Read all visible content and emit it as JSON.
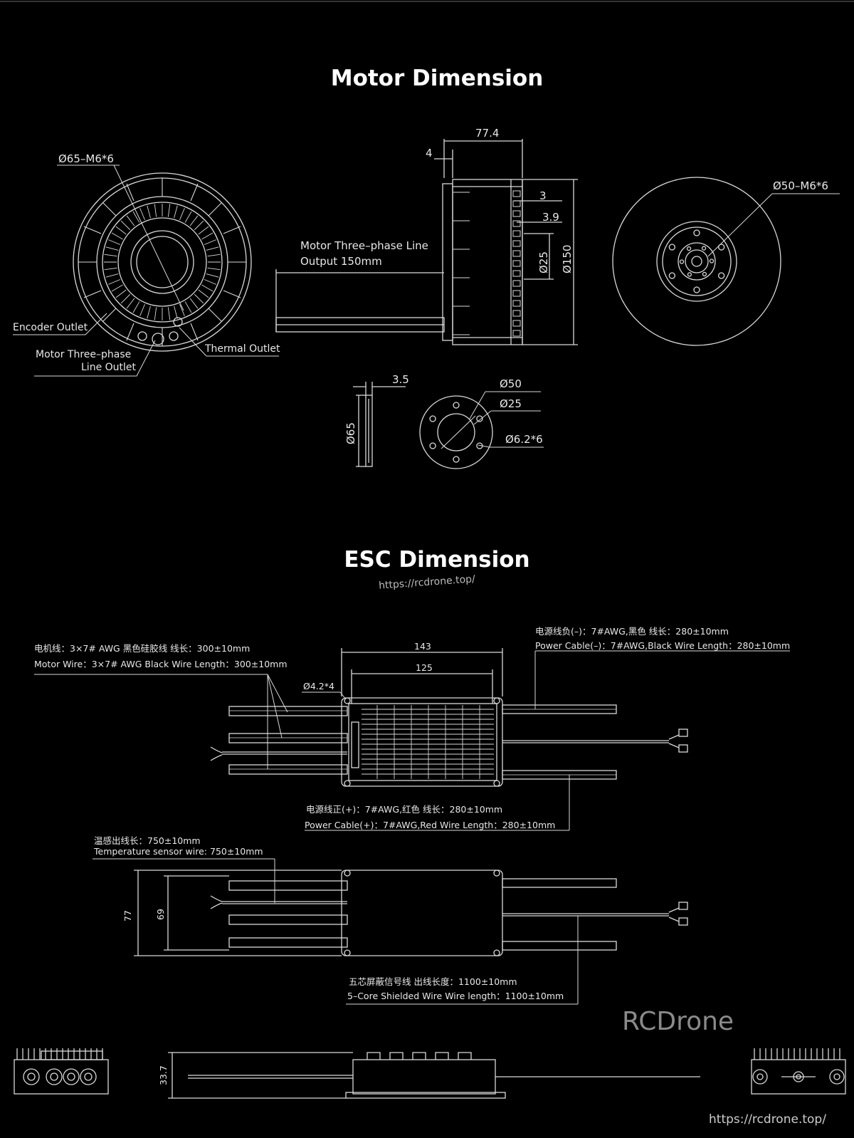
{
  "titles": {
    "motor": "Motor Dimension",
    "esc": "ESC Dimension"
  },
  "motor": {
    "front_bolt": "Ø65–M6*6",
    "encoder_outlet": "Encoder Outlet",
    "three_phase_outlet_1": "Motor Three–phase",
    "three_phase_outlet_2": "Line Outlet",
    "thermal_outlet": "Thermal Outlet",
    "width_total": "77.4",
    "flange": "4",
    "dim_3": "3",
    "dim_3_9": "3.9",
    "dia_25": "Ø25",
    "dia_150": "Ø150",
    "line_output_1": "Motor Three–phase Line",
    "line_output_2": "Output 150mm",
    "rear_bolt": "Ø50–M6*6",
    "adapter_thickness": "3.5",
    "adapter_dia": "Ø65",
    "adapter_pcd": "Ø50",
    "adapter_bore": "Ø25",
    "adapter_holes": "Ø6.2*6"
  },
  "esc": {
    "motor_wire_cn": "电机线：3×7# AWG 黑色硅胶线  线长：300±10mm",
    "motor_wire_en": "Motor Wire：3×7# AWG Black  Wire Length：300±10mm",
    "power_neg_cn": "电源线负(–)：7#AWG,黑色  线长：280±10mm",
    "power_neg_en": "Power Cable(–)：7#AWG,Black  Wire Length：280±10mm",
    "width_total": "143",
    "width_inner": "125",
    "mount_holes": "Ø4.2*4",
    "power_pos_cn": "电源线正(+)：7#AWG,红色  线长：280±10mm",
    "power_pos_en": "Power Cable(+)：7#AWG,Red  Wire Length：280±10mm",
    "temp_cn": "温感出线长：750±10mm",
    "temp_en": "Temperature sensor wire: 750±10mm",
    "height_total": "77",
    "height_inner": "69",
    "signal_cn": "五芯屏蔽信号线 出线长度：1100±10mm",
    "signal_en": "5–Core Shielded Wire   Wire length：1100±10mm",
    "thickness": "33.7"
  },
  "watermarks": {
    "brand": "RCDrone",
    "url_center": "https://rcdrone.top/",
    "url_bottom": "https://rcdrone.top/"
  }
}
